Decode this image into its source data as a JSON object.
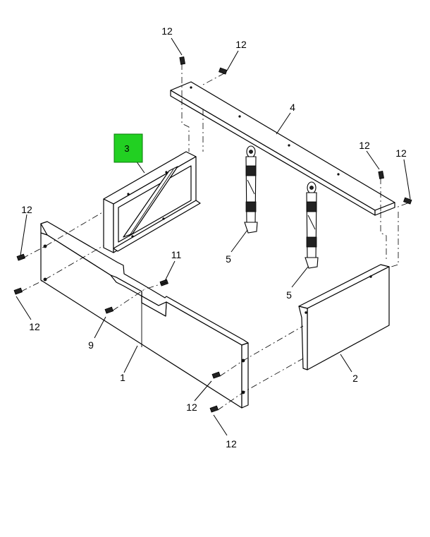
{
  "highlight_color": "#22d022",
  "callouts": {
    "c1": "1",
    "c2": "2",
    "c3": "3",
    "c4": "4",
    "c5a": "5",
    "c5b": "5",
    "c9": "9",
    "c11": "11",
    "c12a": "12",
    "c12b": "12",
    "c12c": "12",
    "c12d": "12",
    "c12e": "12",
    "c12f": "12",
    "c12g": "12",
    "c12h": "12"
  }
}
